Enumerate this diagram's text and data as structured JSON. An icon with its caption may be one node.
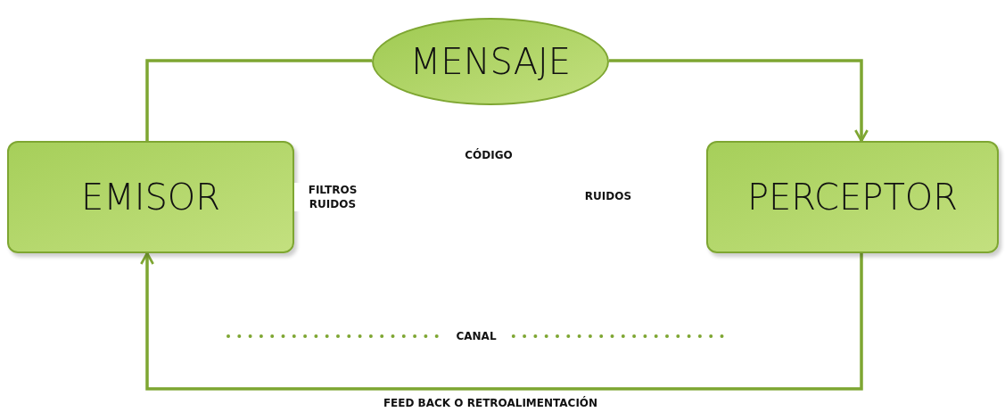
{
  "diagram": {
    "nodes": [
      {
        "text": [
          "EMISOR"
        ]
      },
      {
        "text": [
          "MENSAJE"
        ]
      },
      {
        "text": [
          "PERCEPTOR"
        ]
      }
    ],
    "edges": [
      {
        "from": 0,
        "to": 1,
        "arrow": "none"
      },
      {
        "from": 1,
        "to": 2,
        "arrow": "to"
      },
      {
        "from": 2,
        "to": 0,
        "arrow": "to",
        "label": "FEED BACK O RETROALIMENTACIÓN"
      }
    ],
    "labels": [
      "CÓDIGO",
      "FILTROS RUIDOS",
      "RUIDOS",
      "CANAL"
    ]
  }
}
